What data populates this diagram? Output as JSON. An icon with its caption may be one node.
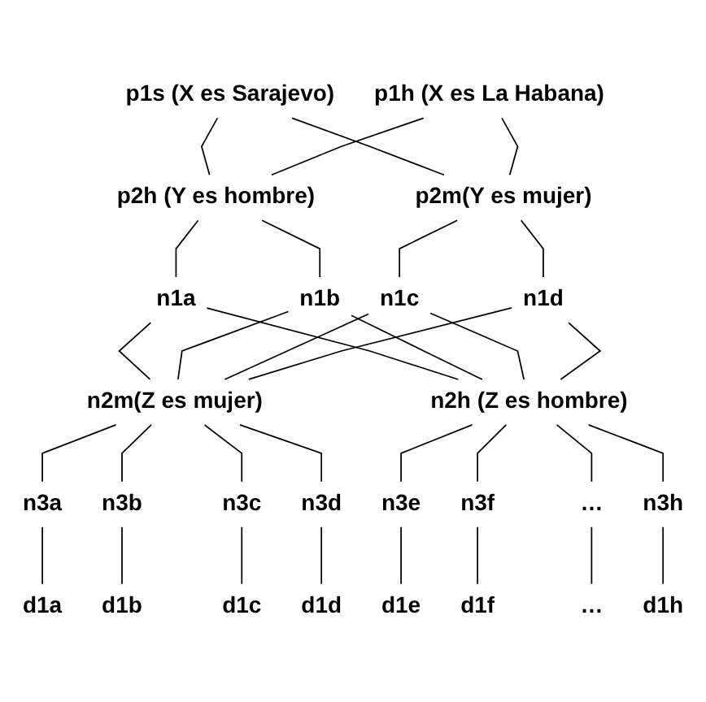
{
  "diagram": {
    "nodes": [
      {
        "text": [
          "p1s (X es Sarajevo)"
        ]
      },
      {
        "text": [
          "p1h (X es La Habana)"
        ]
      },
      {
        "text": [
          "p2h (Y es hombre)"
        ]
      },
      {
        "text": [
          "p2m(Y es mujer)"
        ]
      },
      {
        "text": [
          "n1a"
        ]
      },
      {
        "text": [
          "n1b"
        ]
      },
      {
        "text": [
          "n1c"
        ]
      },
      {
        "text": [
          "n1d"
        ]
      },
      {
        "text": [
          "n2m(Z es mujer)"
        ]
      },
      {
        "text": [
          "n2h (Z es hombre)"
        ]
      },
      {
        "text": [
          "n3a"
        ]
      },
      {
        "text": [
          "n3b"
        ]
      },
      {
        "text": [
          "n3c"
        ]
      },
      {
        "text": [
          "n3d"
        ]
      },
      {
        "text": [
          "n3e"
        ]
      },
      {
        "text": [
          "n3f"
        ]
      },
      {
        "text": [
          "…"
        ]
      },
      {
        "text": [
          "n3h"
        ]
      },
      {
        "text": [
          "d1a"
        ]
      },
      {
        "text": [
          "d1b"
        ]
      },
      {
        "text": [
          "d1c"
        ]
      },
      {
        "text": [
          "d1d"
        ]
      },
      {
        "text": [
          "d1e"
        ]
      },
      {
        "text": [
          "d1f"
        ]
      },
      {
        "text": [
          "…"
        ]
      },
      {
        "text": [
          "d1h"
        ]
      }
    ],
    "edges": [
      {
        "from": 0,
        "to": 2,
        "arrow": "none"
      },
      {
        "from": 0,
        "to": 3,
        "arrow": "none"
      },
      {
        "from": 1,
        "to": 2,
        "arrow": "none"
      },
      {
        "from": 1,
        "to": 3,
        "arrow": "none"
      },
      {
        "from": 2,
        "to": 4,
        "arrow": "none"
      },
      {
        "from": 2,
        "to": 5,
        "arrow": "none"
      },
      {
        "from": 3,
        "to": 6,
        "arrow": "none"
      },
      {
        "from": 3,
        "to": 7,
        "arrow": "none"
      },
      {
        "from": 4,
        "to": 8,
        "arrow": "none"
      },
      {
        "from": 4,
        "to": 9,
        "arrow": "none"
      },
      {
        "from": 5,
        "to": 8,
        "arrow": "none"
      },
      {
        "from": 5,
        "to": 9,
        "arrow": "none"
      },
      {
        "from": 6,
        "to": 8,
        "arrow": "none"
      },
      {
        "from": 6,
        "to": 9,
        "arrow": "none"
      },
      {
        "from": 7,
        "to": 8,
        "arrow": "none"
      },
      {
        "from": 7,
        "to": 9,
        "arrow": "none"
      },
      {
        "from": 8,
        "to": 10,
        "arrow": "none"
      },
      {
        "from": 8,
        "to": 11,
        "arrow": "none"
      },
      {
        "from": 8,
        "to": 12,
        "arrow": "none"
      },
      {
        "from": 8,
        "to": 13,
        "arrow": "none"
      },
      {
        "from": 9,
        "to": 14,
        "arrow": "none"
      },
      {
        "from": 9,
        "to": 15,
        "arrow": "none"
      },
      {
        "from": 9,
        "to": 16,
        "arrow": "none"
      },
      {
        "from": 9,
        "to": 17,
        "arrow": "none"
      },
      {
        "from": 10,
        "to": 18,
        "arrow": "none"
      },
      {
        "from": 11,
        "to": 19,
        "arrow": "none"
      },
      {
        "from": 12,
        "to": 20,
        "arrow": "none"
      },
      {
        "from": 13,
        "to": 21,
        "arrow": "none"
      },
      {
        "from": 14,
        "to": 22,
        "arrow": "none"
      },
      {
        "from": 15,
        "to": 23,
        "arrow": "none"
      },
      {
        "from": 16,
        "to": 24,
        "arrow": "none"
      },
      {
        "from": 17,
        "to": 25,
        "arrow": "none"
      }
    ]
  }
}
